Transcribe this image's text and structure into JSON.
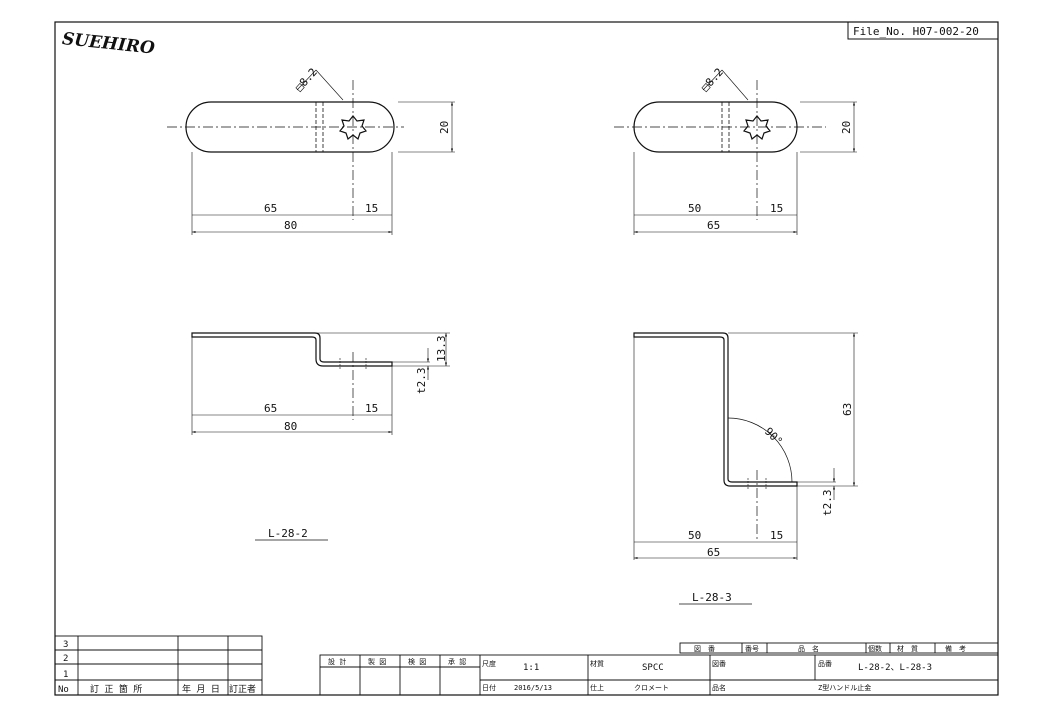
{
  "logo": {
    "text": "SUEHIRO"
  },
  "file_no": "File_No. H07-002-20",
  "views": {
    "l282": {
      "top_dims": {
        "hole": "□8.2",
        "width": "20",
        "a": "65",
        "b": "15",
        "overall": "80"
      },
      "side_dims": {
        "height": "13.3",
        "thickness": "t2.3",
        "a": "65",
        "b": "15",
        "overall": "80"
      },
      "label": "L-28-2"
    },
    "l283": {
      "top_dims": {
        "hole": "□8.2",
        "width": "20",
        "a": "50",
        "b": "15",
        "overall": "65"
      },
      "side_dims": {
        "height": "63",
        "angle": "90°",
        "thickness": "t2.3",
        "a": "50",
        "b": "15",
        "overall": "65"
      },
      "label": "L-28-3"
    }
  },
  "revision_table": {
    "rows": [
      "3",
      "2",
      "1"
    ],
    "headers": {
      "no": "No",
      "place": "訂 正 箇 所",
      "date": "年 月 日",
      "person": "訂正者"
    }
  },
  "title_block": {
    "roles": [
      "設 計",
      "製 図",
      "検 図",
      "承 認"
    ],
    "scale_label": "尺度",
    "scale": "1:1",
    "date_label": "日付",
    "date": "2016/5/13",
    "material_label": "材質",
    "material": "SPCC",
    "finish_label": "仕上",
    "finish": "クロメート",
    "drawing_no_label": "図番",
    "part_name_label": "品名",
    "part_no_label": "品番",
    "part_no": "L-28-2、L-28-3",
    "part_name": "Z型ハンドル止金",
    "parts_header": [
      "図　番",
      "番号",
      "品　名",
      "個数",
      "材　質",
      "備　考"
    ]
  }
}
